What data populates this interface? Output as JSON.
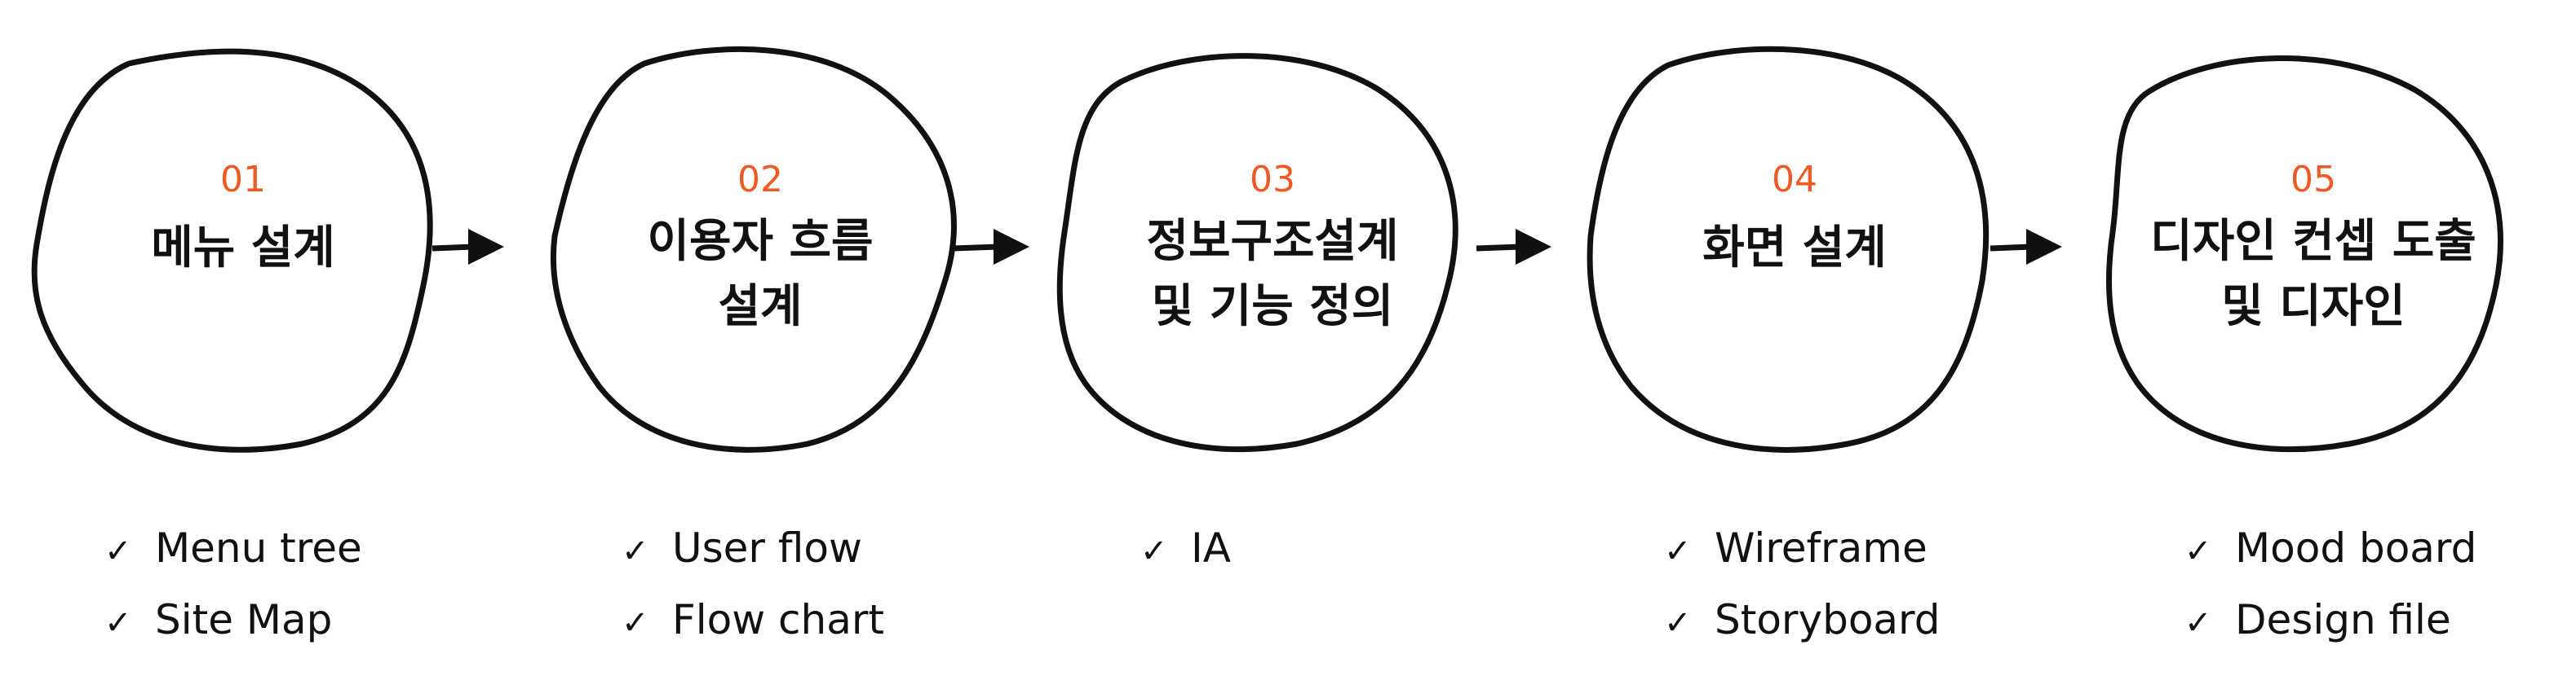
{
  "colors": {
    "accent": "#F05A22",
    "ink": "#111111",
    "background": "#FFFFFF"
  },
  "icons": {
    "checkmark": "✓",
    "arrow": "arrow-right-icon"
  },
  "steps": [
    {
      "number": "01",
      "title": [
        "메뉴 설계"
      ],
      "items": [
        "Menu tree",
        "Site Map"
      ]
    },
    {
      "number": "02",
      "title": [
        "이용자 흐름",
        "설계"
      ],
      "items": [
        "User flow",
        "Flow chart"
      ]
    },
    {
      "number": "03",
      "title": [
        "정보구조설계",
        "및 기능 정의"
      ],
      "items": [
        "IA"
      ]
    },
    {
      "number": "04",
      "title": [
        "화면 설계"
      ],
      "items": [
        "Wireframe",
        "Storyboard"
      ]
    },
    {
      "number": "05",
      "title": [
        "디자인 컨셉 도출",
        "및 디자인"
      ],
      "items": [
        "Mood board",
        "Design file"
      ]
    }
  ]
}
